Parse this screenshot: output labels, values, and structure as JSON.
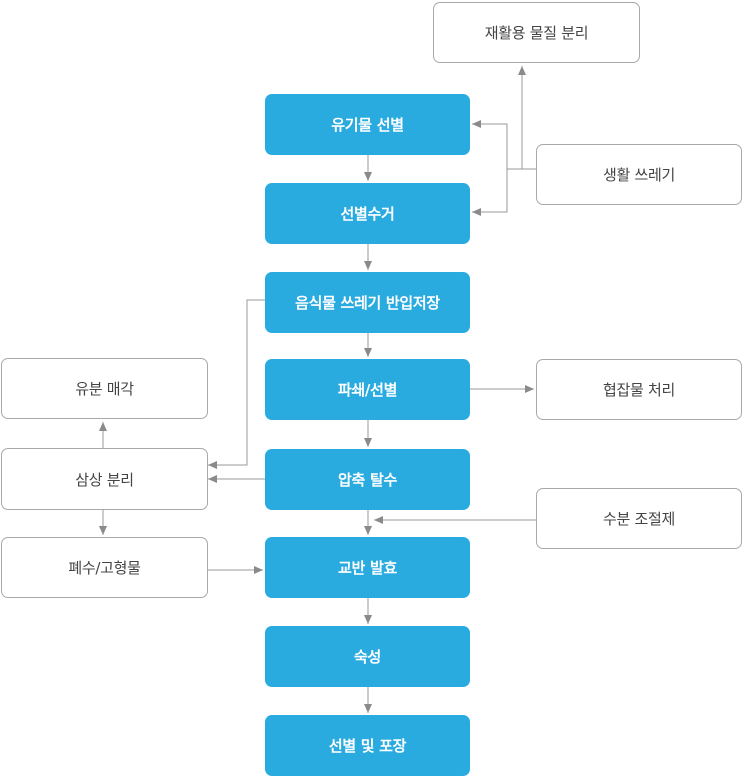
{
  "nodes": {
    "organic_sort": "유기물 선별",
    "sorted_collection": "선별수거",
    "food_waste_storage": "음식물 쓰레기 반입저장",
    "crush_sort": "파쇄/선별",
    "compress_dewater": "압축 탈수",
    "mix_ferment": "교반 발효",
    "maturation": "숙성",
    "sort_package": "선별 및 포장",
    "recycle_separation": "재활용 물질 분리",
    "household_waste": "생활 쓰레기",
    "mixed_disposal": "협잡물 처리",
    "moisture_agent": "수분 조절제",
    "oil_landfill": "유분 매각",
    "three_phase_separation": "삼상 분리",
    "wastewater_solids": "폐수/고형물"
  },
  "colors": {
    "primary_fill": "#29abe0",
    "primary_text": "#ffffff",
    "secondary_border": "#a9a9a9",
    "secondary_text": "#444444",
    "arrow": "#8a8a8a"
  }
}
